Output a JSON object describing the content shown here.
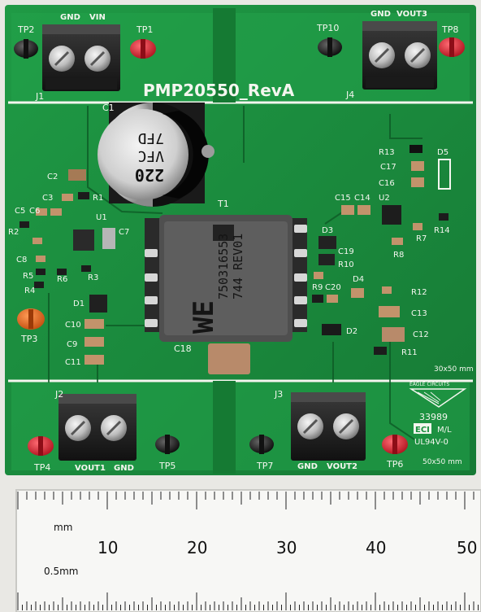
{
  "board": {
    "title": "PMP20550_RevA",
    "pcb_color": "#1b8f3e",
    "silk_color": "#f4f6ef"
  },
  "terminals": {
    "j1": {
      "ref": "J1",
      "left_label": "GND",
      "right_label": "VIN"
    },
    "j2": {
      "ref": "J2",
      "left_label": "VOUT1",
      "right_label": "GND"
    },
    "j3": {
      "ref": "J3",
      "left_label": "GND",
      "right_label": "VOUT2"
    },
    "j4": {
      "ref": "J4",
      "left_label": "GND",
      "right_label": "VOUT3"
    }
  },
  "test_points": {
    "tp1": "TP1",
    "tp2": "TP2",
    "tp3": "TP3",
    "tp4": "TP4",
    "tp5": "TP5",
    "tp6": "TP6",
    "tp7": "TP7",
    "tp8": "TP8",
    "tp10": "TP10"
  },
  "capacitor_c1": {
    "ref": "C1",
    "line1": "220",
    "line2": "VFC",
    "line3": "7FD"
  },
  "transformer": {
    "ref": "T1",
    "line1": "750316553",
    "line2": "744 REV01",
    "logo": "WE"
  },
  "refs": {
    "c2": "C2",
    "c3": "C3",
    "r1": "R1",
    "c5": "C5",
    "c6": "C6",
    "r2": "R2",
    "u1": "U1",
    "c7": "C7",
    "c8": "C8",
    "r5": "R5",
    "r6": "R6",
    "r3": "R3",
    "r4": "R4",
    "d1": "D1",
    "c10": "C10",
    "c9": "C9",
    "c11": "C11",
    "c18": "C18",
    "d3": "D3",
    "c19": "C19",
    "r10": "R10",
    "r9": "R9",
    "c20": "C20",
    "d4": "D4",
    "d2": "D2",
    "r12": "R12",
    "c13": "C13",
    "c12": "C12",
    "r11": "R11",
    "r13": "R13",
    "d5": "D5",
    "c17": "C17",
    "c16": "C16",
    "c15": "C15",
    "c14": "C14",
    "u2": "U2",
    "r7": "R7",
    "r14": "R14",
    "r8": "R8"
  },
  "board_marks": {
    "size_30": "30x50 mm",
    "logo": "EAGLE CIRCUITS",
    "number": "33989",
    "eci": "ECI",
    "ml": "M/L",
    "ul": "UL94V-0",
    "size_50": "50x50 mm"
  },
  "ruler": {
    "unit_top": "mm",
    "unit_bottom": "0.5mm",
    "numbers": [
      "10",
      "20",
      "30",
      "40",
      "50"
    ]
  }
}
